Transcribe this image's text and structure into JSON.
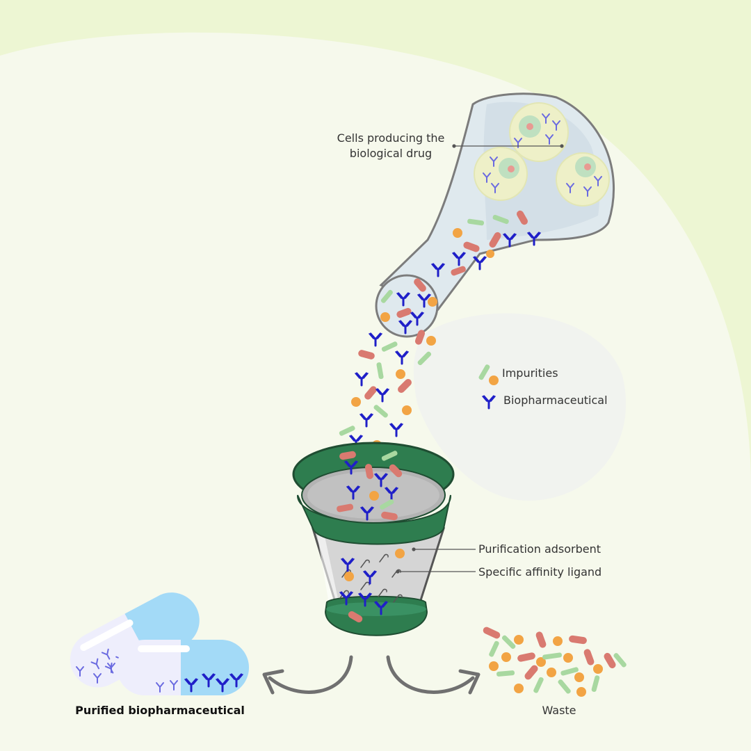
{
  "labels": {
    "cells_line1": "Cells producing the",
    "cells_line2": "biological drug",
    "impurities": "Impurities",
    "biopharmaceutical": "Biopharmaceutical",
    "purification_adsorbent": "Purification adsorbent",
    "affinity_ligand": "Specific affinity ligand",
    "purified": "Purified biopharmaceutical",
    "waste": "Waste"
  },
  "colors": {
    "background_outer": "#edf6d3",
    "background_inner": "#f6f9ec",
    "antibody": "#1f1fc8",
    "impurity_green": "#a8d8a0",
    "impurity_orange": "#f2a444",
    "impurity_red": "#d97a70",
    "filter_rim": "#2e7d4f",
    "capsule_blue": "#a3daf7"
  },
  "icons": [
    "antibody-icon",
    "impurity-rod-icon",
    "impurity-dot-icon",
    "affinity-ligand-icon",
    "curved-arrow-icon"
  ]
}
